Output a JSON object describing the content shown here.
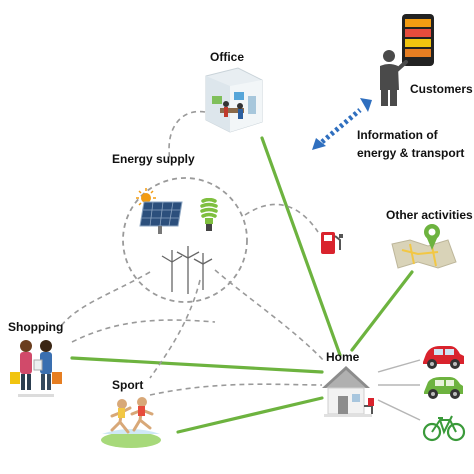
{
  "labels": {
    "office": "Office",
    "customers": "Customers",
    "information": "Information of",
    "energy_transport": "energy & transport",
    "energy_supply": "Energy supply",
    "other_activities": "Other activities",
    "shopping": "Shopping",
    "home": "Home",
    "sport": "Sport"
  },
  "colors": {
    "green_link": "#6db33f",
    "dashed_link": "#9a9a9a",
    "double_arrow": "#2f6fbf",
    "car_body": "#d9232d",
    "electric_car": "#6db33f",
    "bicycle": "#3a9a3a",
    "charger": "#d9232d"
  },
  "icons": {
    "office": "office-room-icon",
    "customers": "person-with-smartphone-icon",
    "solar": "solar-panel-icon",
    "sun": "sun-icon",
    "bulb": "energy-saving-bulb-icon",
    "wind": "wind-turbine-icon",
    "fuel": "fuel-pump-icon",
    "map": "map-pin-icon",
    "shopping": "shopping-people-icon",
    "sport": "runners-icon",
    "home": "house-icon",
    "car": "car-icon",
    "ecar": "electric-car-icon",
    "bike": "bicycle-icon"
  }
}
